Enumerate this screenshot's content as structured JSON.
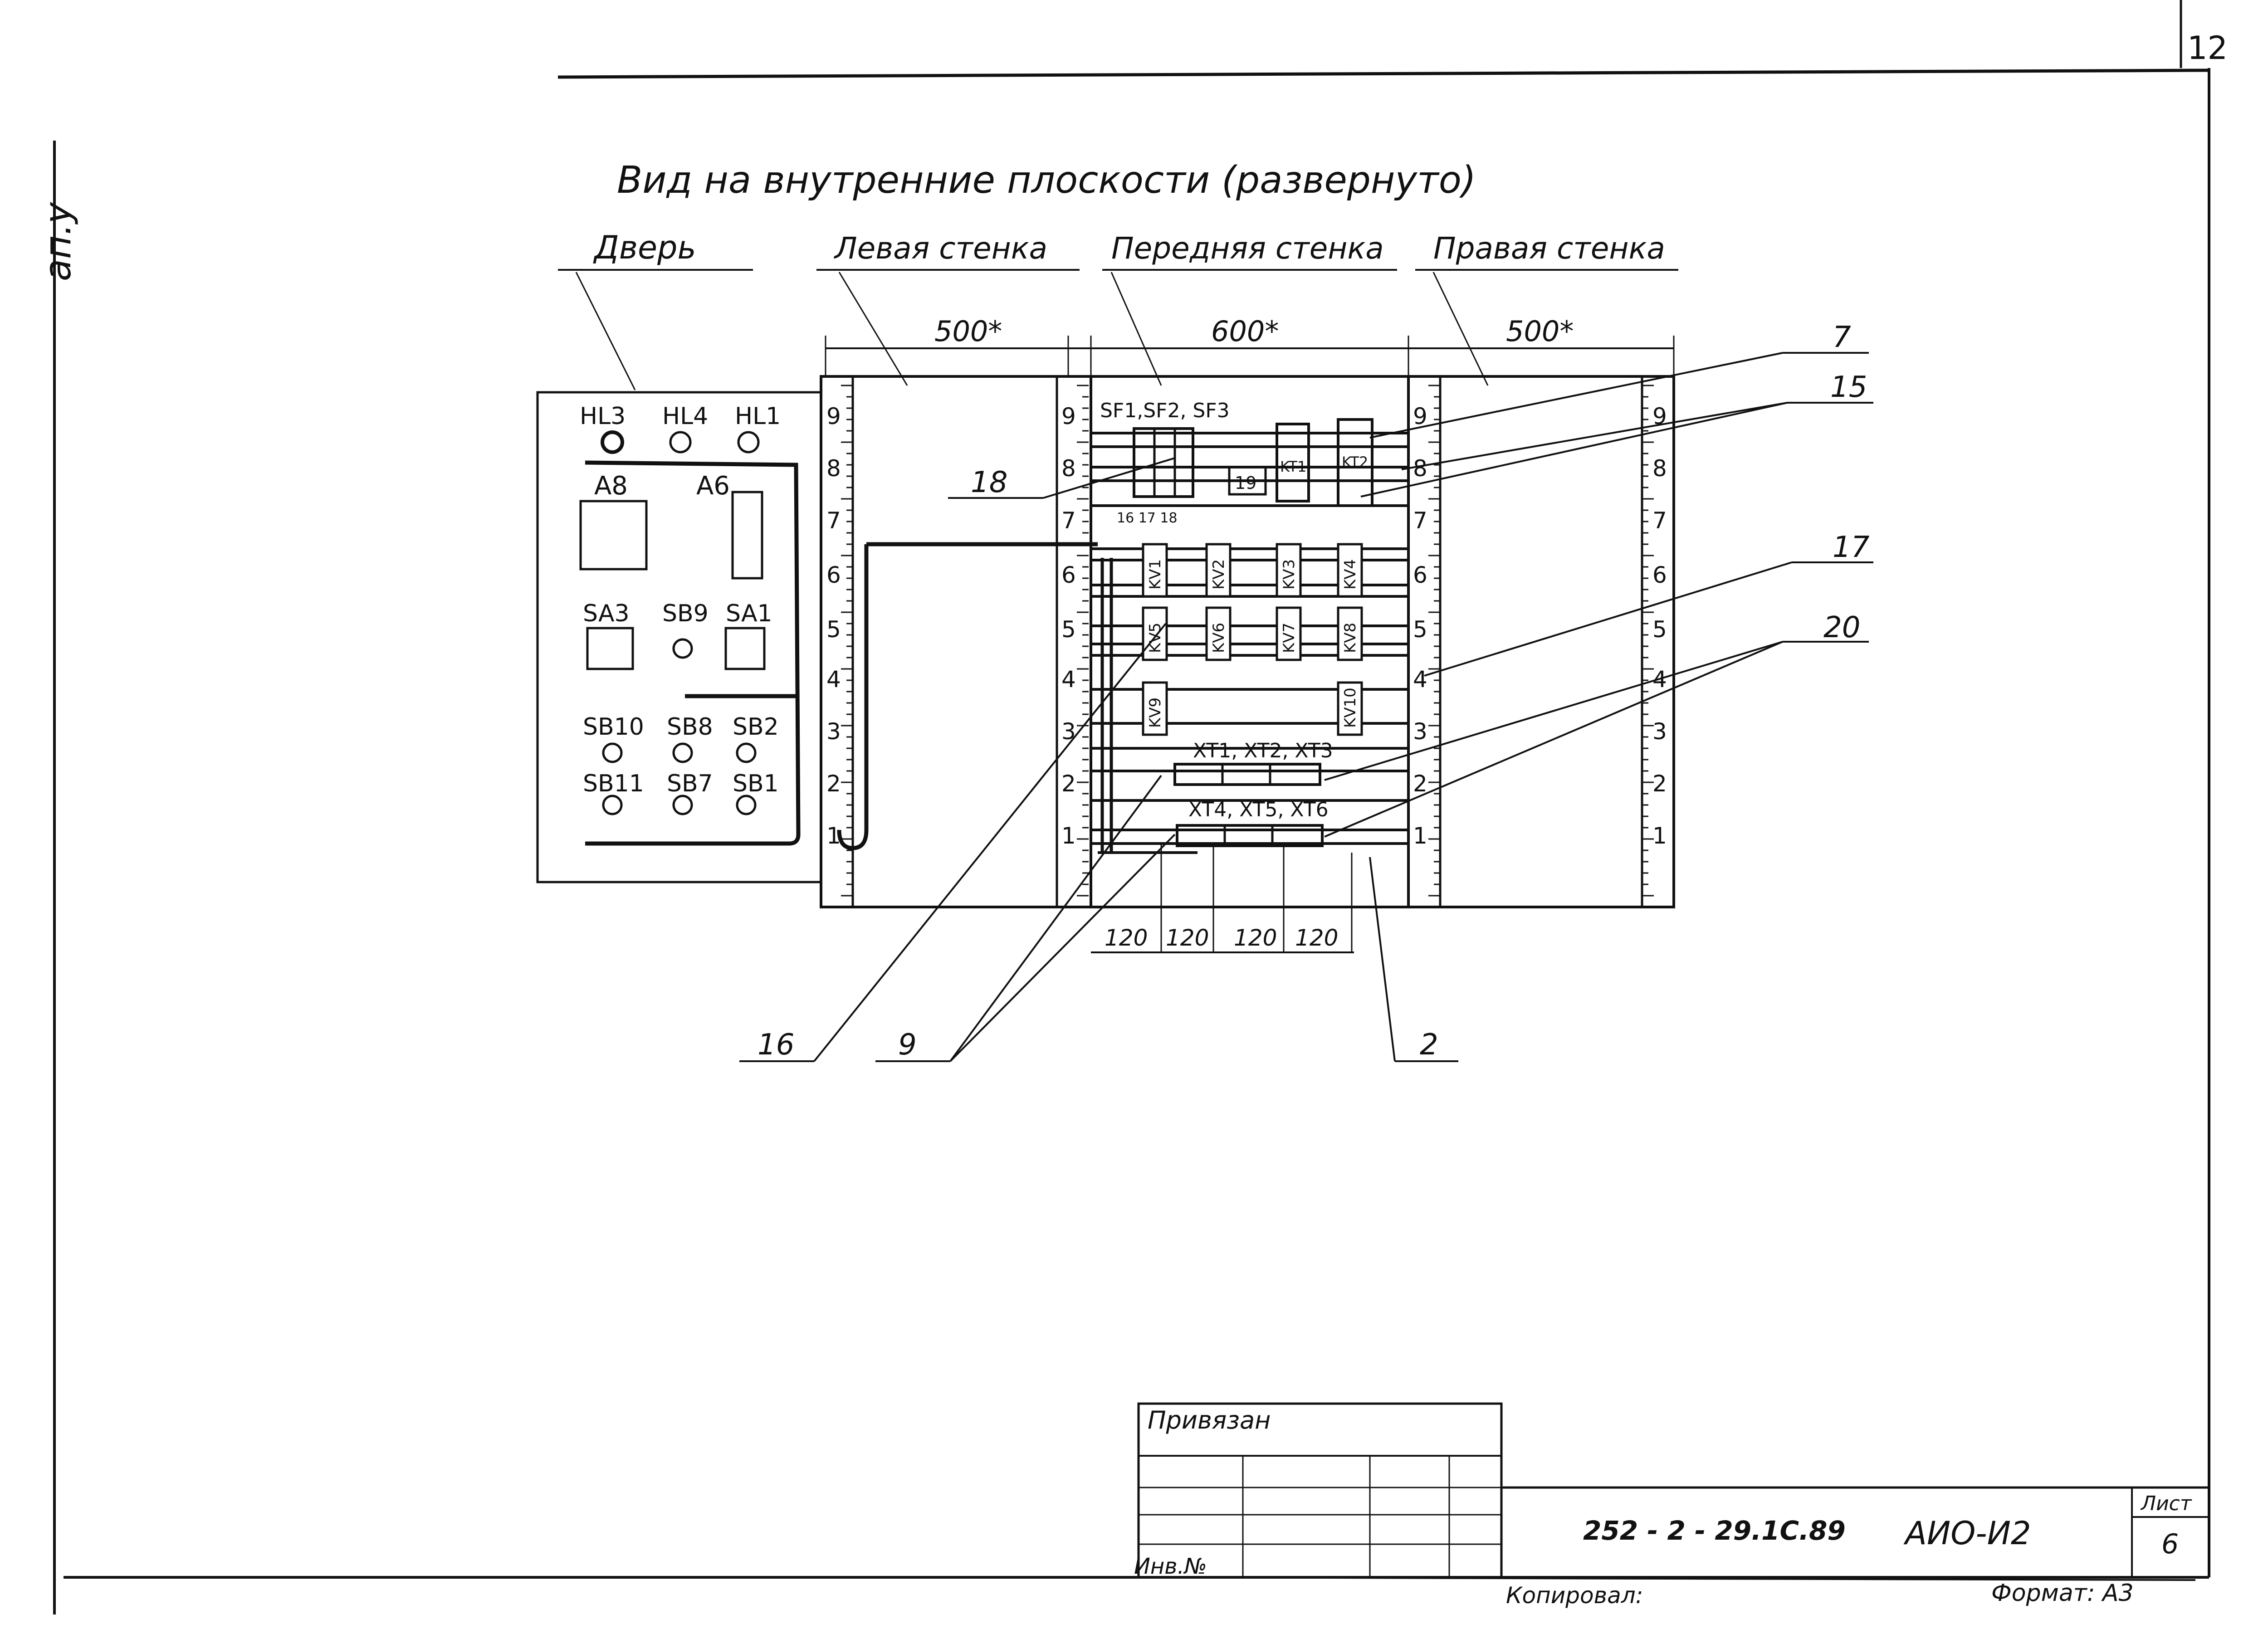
{
  "sheet": {
    "corner_number": "12",
    "side_label": "ап.у",
    "title": "Вид на внутренние плоскости (развернуто)"
  },
  "sections": {
    "door": "Дверь",
    "left_wall": "Левая стенка",
    "front_wall": "Передняя стенка",
    "right_wall": "Правая стенка"
  },
  "dimensions": {
    "left_width": "500*",
    "front_width": "600*",
    "right_width": "500*",
    "bottom_spacing": [
      "120",
      "120",
      "120",
      "120"
    ]
  },
  "scale_numbers": [
    "9",
    "8",
    "7",
    "6",
    "5",
    "4",
    "3",
    "2",
    "1"
  ],
  "door_panel": {
    "lamps": [
      "HL3",
      "HL4",
      "HL1"
    ],
    "instruments": [
      "A8",
      "A6"
    ],
    "switches": [
      "SA3",
      "SB9",
      "SA1"
    ],
    "buttons_row1": [
      "SB10",
      "SB8",
      "SB2"
    ],
    "buttons_row2": [
      "SB11",
      "SB7",
      "SB1"
    ]
  },
  "front_wall_devices": {
    "breakers": "SF1,SF2, SF3",
    "timers": [
      "KT1",
      "KT2"
    ],
    "small_label_19": "19",
    "small_labels_row7": "16 17 18",
    "relays_row6": [
      "KV1",
      "KV2",
      "KV3",
      "KV4"
    ],
    "relays_row5": [
      "KV5",
      "KV6",
      "KV7",
      "KV8"
    ],
    "relays_row4": [
      "KV9",
      "KV10"
    ],
    "terminals_upper": "XT1, XT2, XT3",
    "terminals_lower": "XT4, XT5, XT6"
  },
  "callouts": [
    "7",
    "15",
    "18",
    "17",
    "20",
    "16",
    "9",
    "2"
  ],
  "title_block": {
    "bound_label": "Привязан",
    "inv_label": "Инв.№",
    "document_code": "252 - 2 - 29.1С.89",
    "sheet_code": "АИО-И2",
    "sheet_label": "Лист",
    "sheet_number": "6",
    "copied_label": "Копировал:",
    "format_label": "Формат: А3"
  }
}
